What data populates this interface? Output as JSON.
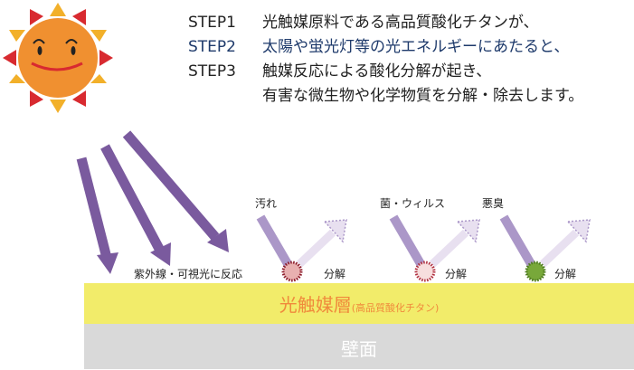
{
  "steps": [
    {
      "label": "STEP1",
      "text": "光触媒原料である高品質酸化チタンが、"
    },
    {
      "label": "STEP2",
      "text": "太陽や蛍光灯等の光エネルギーにあたると、"
    },
    {
      "label": "STEP3",
      "text": "触媒反応による酸化分解が起き、"
    },
    {
      "label": "",
      "text": "有害な微生物や化学物質を分解・除去します。"
    }
  ],
  "light_label": "紫外線・可視光に反応",
  "targets": [
    {
      "name": "汚れ",
      "result": "分解",
      "color": "#e8b0b0",
      "edge": "#8b1a2a"
    },
    {
      "name": "菌・ウィルス",
      "result": "分解",
      "color": "#f7dede",
      "edge": "#b03040"
    },
    {
      "name": "悪臭",
      "result": "分解",
      "color": "#78a83a",
      "edge": "#4d7a20"
    }
  ],
  "layer": {
    "title": "光触媒層",
    "subtitle": "(高品質酸化チタン)"
  },
  "wall": "壁面",
  "colors": {
    "arrow": "#7a5a9e",
    "sun": "#f09030"
  }
}
